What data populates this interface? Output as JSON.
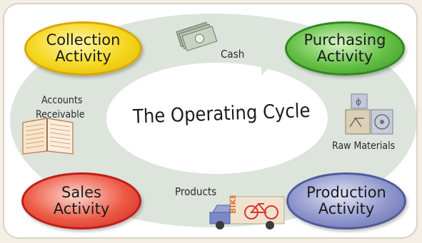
{
  "title": "The Operating Cycle",
  "activities": {
    "collection": {
      "line1": "Collection",
      "line2": "Activity"
    },
    "purchasing": {
      "line1": "Purchasing",
      "line2": "Activity"
    },
    "sales": {
      "line1": "Sales",
      "line2": "Activity"
    },
    "production": {
      "line1": "Production",
      "line2": "Activity"
    }
  },
  "flow_labels": {
    "cash": "Cash",
    "accounts_line1": "Accounts",
    "accounts_line2": "Receivable",
    "raw_materials": "Raw Materials",
    "products": "Products",
    "truck_text": "BIKES"
  },
  "colors": {
    "collection": "#f3d21a",
    "purchasing": "#4fae32",
    "sales": "#e0312d",
    "production": "#6c78ba",
    "cycle_arrow": "#dfe6df"
  }
}
